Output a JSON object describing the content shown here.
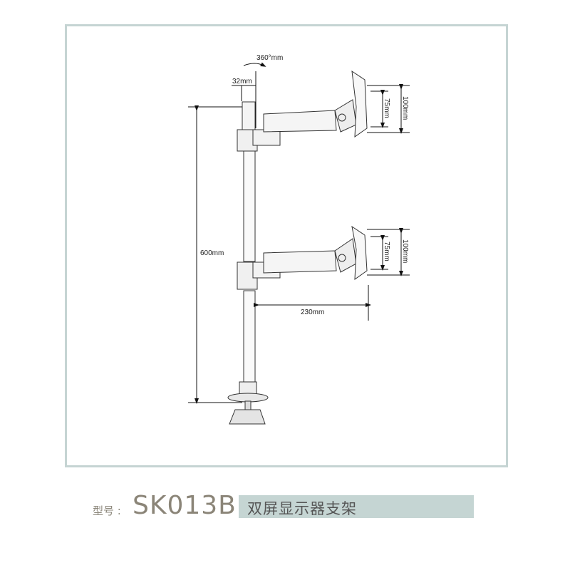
{
  "diagram": {
    "rotation_label": "360°mm",
    "pole_diameter_label": "32mm",
    "height_label": "600mm",
    "arm_reach_label": "230mm",
    "upper_vesa_outer_label": "100mm",
    "upper_vesa_inner_label": "75mm",
    "lower_vesa_outer_label": "100mm",
    "lower_vesa_inner_label": "75mm"
  },
  "caption": {
    "model_prefix": "型号 :",
    "model": "SK013B",
    "product_name": "双屏显示器支架"
  },
  "colors": {
    "frame": "#c5d4d3",
    "bar": "#c5d5d3",
    "model_text": "#8b8578"
  }
}
